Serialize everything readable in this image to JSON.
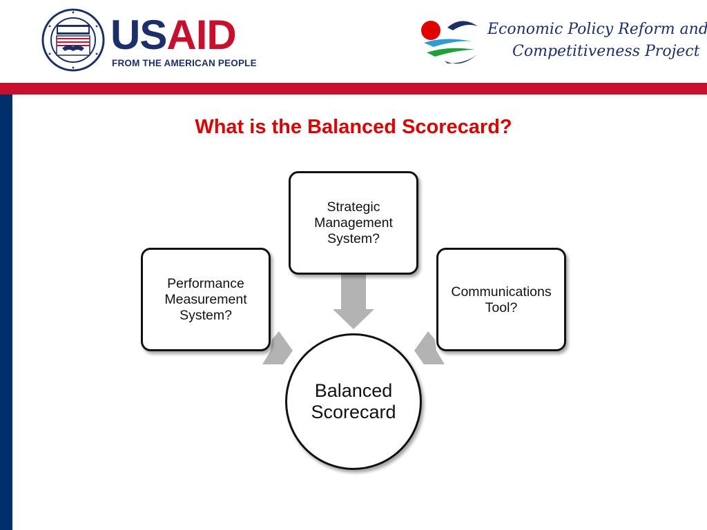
{
  "header": {
    "usaid_wordmark_us": "US",
    "usaid_wordmark_aid": "AID",
    "usaid_tagline": "FROM THE AMERICAN PEOPLE",
    "project_name_line1": "Economic Policy Reform and",
    "project_name_line2": "Competitiveness Project"
  },
  "slide": {
    "title": "What is the Balanced Scorecard?"
  },
  "diagram": {
    "center": "Balanced\nScorecard",
    "nodes": [
      {
        "id": "strategic",
        "label": "Strategic\nManagement\nSystem?"
      },
      {
        "id": "performance",
        "label": "Performance\nMeasurement\nSystem?"
      },
      {
        "id": "communications",
        "label": "Communications\nTool?"
      }
    ],
    "arrow_color": "#b3b3b3"
  },
  "colors": {
    "title_red": "#e00000",
    "usaid_blue": "#1c2f6b",
    "usaid_red": "#c8102e",
    "side_bar_blue": "#002f6c"
  },
  "icons": {
    "usaid_seal": "usaid-seal-icon",
    "eprc_mark": "eprc-logo-icon"
  }
}
